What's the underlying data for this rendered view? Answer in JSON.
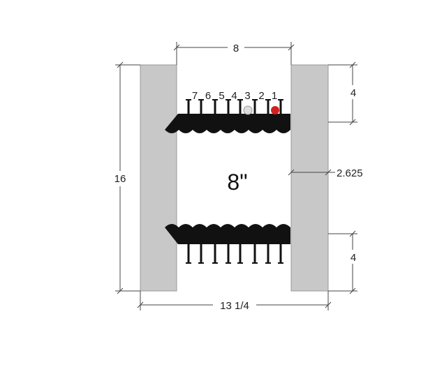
{
  "dimensions": {
    "top_width": "8",
    "height": "16",
    "top_right": "4",
    "gap": "2.625",
    "bottom_right": "4",
    "total_width": "13 1/4"
  },
  "center_label": "8\"",
  "pin_labels": [
    "7",
    "6",
    "5",
    "4",
    "3",
    "2",
    "1"
  ],
  "markers": [
    {
      "name": "gray-marker",
      "between": "3",
      "color": "#dddddd"
    },
    {
      "name": "red-marker",
      "between": "1",
      "color": "#d42020"
    }
  ],
  "colors": {
    "wall": "#c8c8c8",
    "band": "#111111"
  }
}
